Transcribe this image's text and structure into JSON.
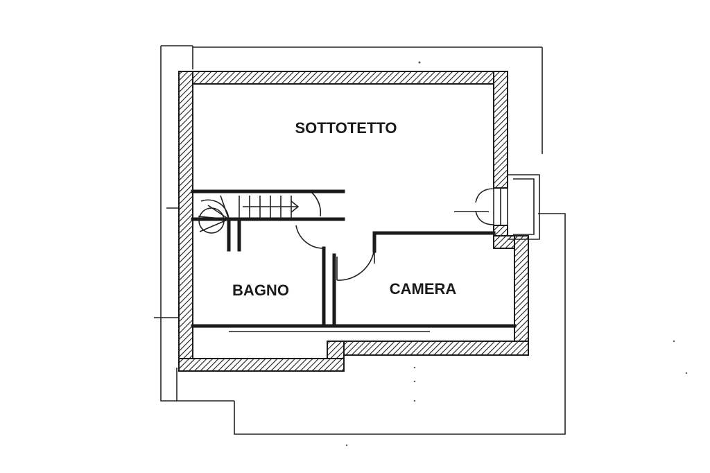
{
  "rooms": {
    "sottotetto": "SOTTOTETTO",
    "bagno": "BAGNO",
    "camera": "CAMERA"
  },
  "colors": {
    "ink": "#1a1a1a",
    "paper": "#ffffff"
  }
}
